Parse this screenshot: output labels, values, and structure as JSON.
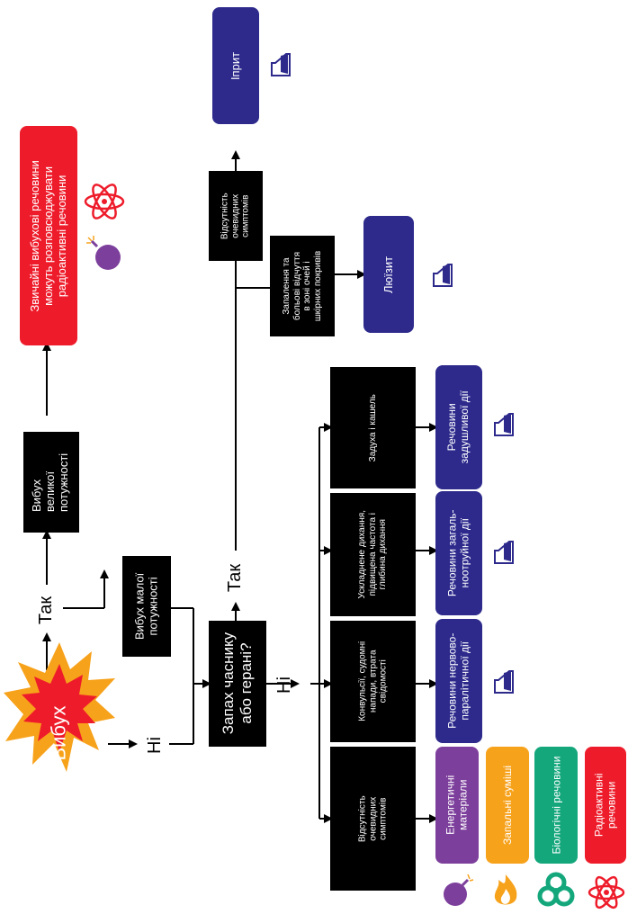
{
  "start": {
    "label": "Вибух"
  },
  "branch_yes_top": "Так",
  "branch_no_top": "Ні",
  "low_power": {
    "label": "Вибух малої\nпотужності"
  },
  "high_power": {
    "label": "Вибух\nвеликої\nпотужності"
  },
  "warning": {
    "label": "Звичайні вибухові речовини\nможуть розповсюджувати\nрадіоактивні речовини"
  },
  "question": {
    "label": "Запах часнику\nабо герані?"
  },
  "branch_yes_mid": "Так",
  "branch_no_mid": "Ні",
  "symptoms_no_obvious_top": "Відсутність\nочевидних\nсимптомів",
  "symptoms_inflammation": "Запалення та\nбольові відчуття\nв зоні очей і\nшкірних покривів",
  "agents_top": [
    {
      "label": "Іприт",
      "icon": "flask-icon"
    },
    {
      "label": "Люїзит",
      "icon": "flask-icon"
    }
  ],
  "symptoms_bottom": [
    "Відсутність\nочевидних\nсимптомів",
    "Конвульсії, судомні\nнапади, втрата\nсвідомості",
    "Ускладнене дихання,\nпідвищена частота і\nглибина дихання",
    "Задуха і кашель"
  ],
  "agents_bottom": [
    {
      "label": "Речовини нервово-\nпаралітичної дії",
      "icon": "flask-icon"
    },
    {
      "label": "Речовини загаль-\nноотруйної дії",
      "icon": "flask-icon"
    },
    {
      "label": "Речовини\nзадушливої дії",
      "icon": "flask-icon"
    }
  ],
  "categories": [
    {
      "label": "Енергетичні\nматеріали",
      "color": "#7d3f9c",
      "icon": "bomb-icon"
    },
    {
      "label": "Запальні суміші",
      "color": "#f7a21b",
      "icon": "fire-icon"
    },
    {
      "label": "Біологічні речовини",
      "color": "#14a77c",
      "icon": "biohazard-icon"
    },
    {
      "label": "Радіоактивні\nречовини",
      "color": "#ee1c2b",
      "icon": "radiation-icon"
    }
  ],
  "colors": {
    "agent": "#2d2a8c",
    "explosion_outer": "#f7a21b",
    "explosion_inner": "#ee1c2b"
  }
}
